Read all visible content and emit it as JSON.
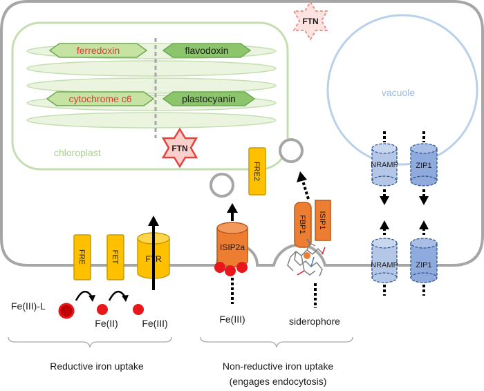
{
  "labels": {
    "chloroplast": "chloroplast",
    "vacuole": "vacuole",
    "ferredoxin": "ferredoxin",
    "flavodoxin": "flavodoxin",
    "cytochrome_c6": "cytochrome c6",
    "plastocyanin": "plastocyanin",
    "ftn": "FTN",
    "fre": "FRE",
    "fet": "FET",
    "ftr": "FTR",
    "fre2": "FRE2",
    "isip2a": "ISIP2a",
    "fbp1": "FBP1",
    "isip1": "ISIP1",
    "nramp": "NRAMP",
    "zip1": "ZIP1",
    "fe_iii_l": "Fe(III)-L",
    "fe_ii": "Fe(II)",
    "fe_iii": "Fe(III)",
    "siderophore": "siderophore",
    "reductive": "Reductive iron uptake",
    "nonreductive_line1": "Non-reductive iron uptake",
    "nonreductive_line2": "(engages endocytosis)"
  },
  "colors": {
    "membrane": "#a6a6a6",
    "chloroplast": "#c5deb0",
    "chloroplast_text": "#a9cf8a",
    "thylakoid_fill": "#eaf4df",
    "hex_left_fill": "#c6e3a4",
    "hex_right_fill": "#8cc56b",
    "hex_stroke": "#6aa84f",
    "red_text": "#e03a2f",
    "vacuole": "#b9d0ea",
    "vacuole_text": "#9db9dd",
    "orange_transporter": "#ffc000",
    "orange_stroke": "#c89a00",
    "isip_fill": "#ed7d31",
    "isip_stroke": "#b5581c",
    "blue_light": "#b4c7e7",
    "blue_dark": "#8faadc",
    "blue_stroke": "#2f5597",
    "iron_red": "#e8171c",
    "ftn_fill": "#fbd0cc",
    "ftn_stroke": "#e2423b"
  }
}
